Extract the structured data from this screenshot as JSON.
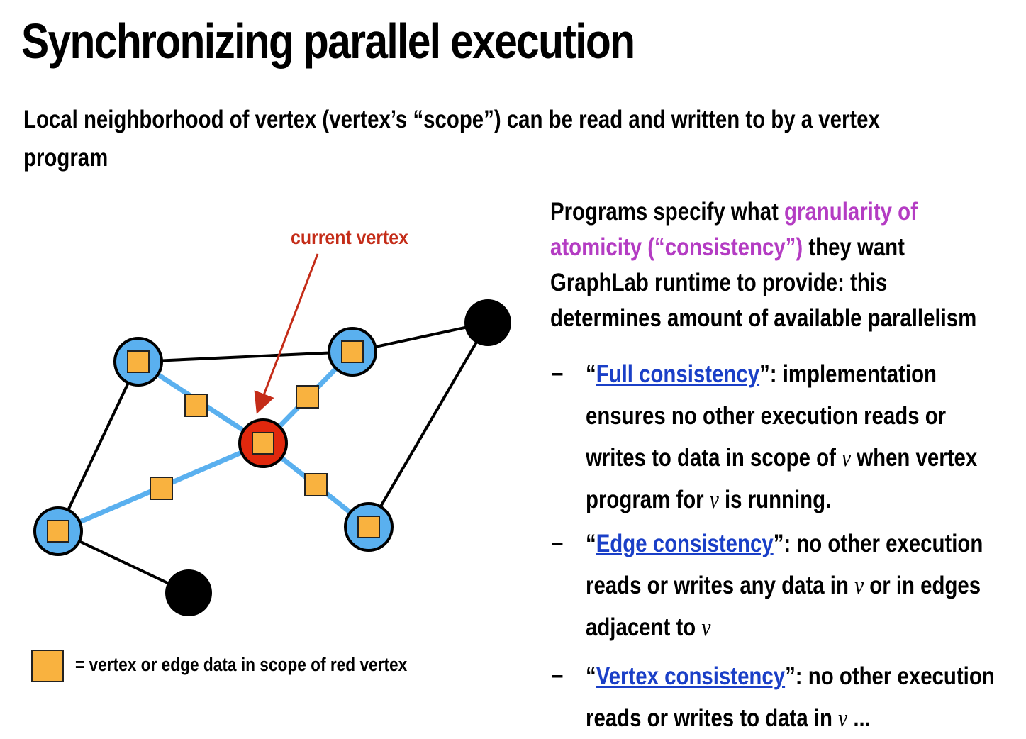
{
  "title": "Synchronizing parallel execution",
  "subtitle": "Local neighborhood of vertex (vertex’s “scope”) can be read and written to by a vertex program",
  "diagram": {
    "current_vertex_label": "current vertex",
    "legend_text": "= vertex or edge data in scope of red vertex",
    "colors": {
      "scope_vertex": "#5ab0ef",
      "current_vertex": "#e0280d",
      "other_vertex": "#000000",
      "data_box": "#f9b23f",
      "scope_edge": "#5ab0ef",
      "arrow": "#c42c18"
    }
  },
  "intro": {
    "part1": "Programs specify what ",
    "highlight": "granularity of atomicity (“consistency”)",
    "part2": " they want GraphLab runtime to provide: this determines amount of available parallelism"
  },
  "bullets": [
    {
      "dash": "–",
      "open_quote": "“",
      "link": "Full consistency",
      "t1": "”: implementation ensures no other execution reads or writes to data in scope of ",
      "v1": "v",
      "t2": " when vertex program for ",
      "v2": "v",
      "t3": " is running."
    },
    {
      "dash": "–",
      "open_quote": "“",
      "link": "Edge consistency",
      "t1": "”: no other execution reads or writes any data in ",
      "v1": "v",
      "t2": " or in edges adjacent to ",
      "v2": "v"
    },
    {
      "dash": "–",
      "open_quote": "“",
      "link": "Vertex consistency",
      "t1": "”: no other execution reads or writes to data in ",
      "v1": "v",
      "t2": " ..."
    }
  ]
}
